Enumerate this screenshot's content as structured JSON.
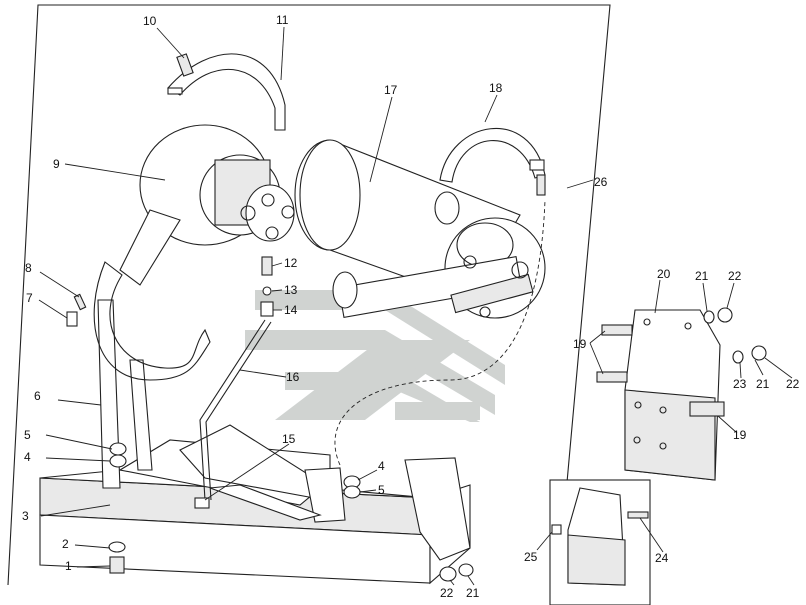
{
  "diagram": {
    "callouts": [
      "1",
      "2",
      "3",
      "4",
      "4",
      "5",
      "5",
      "6",
      "7",
      "8",
      "9",
      "10",
      "11",
      "12",
      "13",
      "14",
      "15",
      "16",
      "17",
      "18",
      "19",
      "19",
      "20",
      "21",
      "21",
      "21",
      "22",
      "22",
      "22",
      "23",
      "24",
      "25",
      "26"
    ],
    "colors": {
      "line": "#222222",
      "watermark": "#c8ccca",
      "background": "#ffffff"
    }
  }
}
